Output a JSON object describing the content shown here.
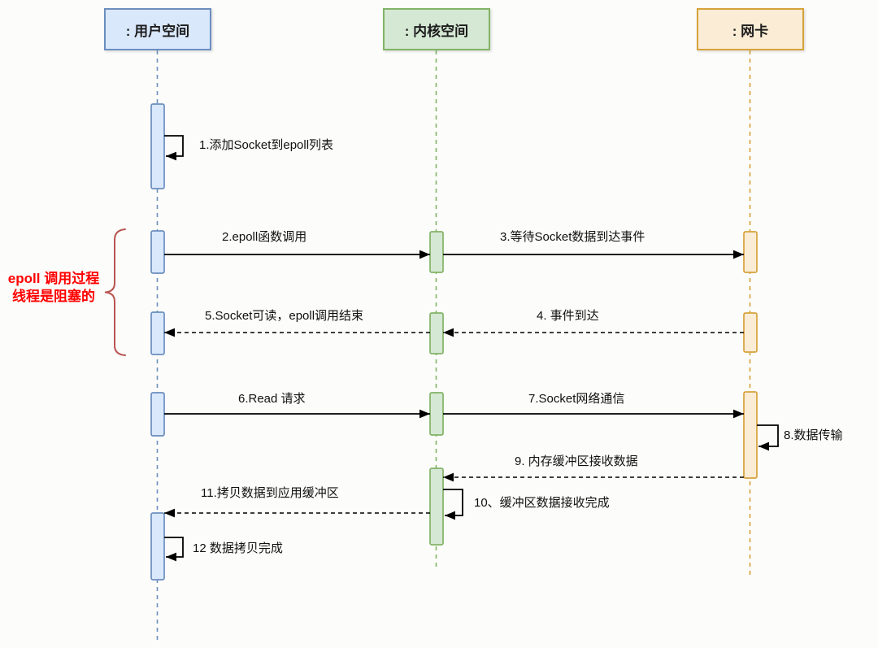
{
  "diagram_type": "uml-sequence",
  "actors": [
    {
      "label": ": 用户空间",
      "fill": "#dae8fc",
      "border": "#6c8ebf"
    },
    {
      "label": ": 内核空间",
      "fill": "#d5e8d4",
      "border": "#82b366"
    },
    {
      "label": ": 网卡",
      "fill": "#fbecd5",
      "border": "#d6a23b"
    }
  ],
  "messages": [
    {
      "num": "1",
      "label": "1.添加Socket到epoll列表",
      "from": "用户空间",
      "to": "用户空间",
      "style": "self-loop"
    },
    {
      "num": "2",
      "label": "2.epoll函数调用",
      "from": "用户空间",
      "to": "内核空间",
      "style": "solid"
    },
    {
      "num": "3",
      "label": "3.等待Socket数据到达事件",
      "from": "内核空间",
      "to": "网卡",
      "style": "solid"
    },
    {
      "num": "4",
      "label": "4. 事件到达",
      "from": "网卡",
      "to": "内核空间",
      "style": "dashed"
    },
    {
      "num": "5",
      "label": "5.Socket可读，epoll调用结束",
      "from": "内核空间",
      "to": "用户空间",
      "style": "dashed"
    },
    {
      "num": "6",
      "label": "6.Read 请求",
      "from": "用户空间",
      "to": "内核空间",
      "style": "solid"
    },
    {
      "num": "7",
      "label": "7.Socket网络通信",
      "from": "内核空间",
      "to": "网卡",
      "style": "solid"
    },
    {
      "num": "8",
      "label": "8.数据传输",
      "from": "网卡",
      "to": "网卡",
      "style": "self-loop"
    },
    {
      "num": "9",
      "label": "9. 内存缓冲区接收数据",
      "from": "网卡",
      "to": "内核空间",
      "style": "dashed"
    },
    {
      "num": "10",
      "label": "10、缓冲区数据接收完成",
      "from": "内核空间",
      "to": "内核空间",
      "style": "self-loop"
    },
    {
      "num": "11",
      "label": "11.拷贝数据到应用缓冲区",
      "from": "内核空间",
      "to": "用户空间",
      "style": "dashed"
    },
    {
      "num": "12",
      "label": "12 数据拷贝完成",
      "from": "用户空间",
      "to": "用户空间",
      "style": "self-loop"
    }
  ],
  "annotation": {
    "line1": "epoll 调用过程",
    "line2": "线程是阻塞的",
    "text_color": "#ff0000",
    "brace_color": "#b85450"
  }
}
